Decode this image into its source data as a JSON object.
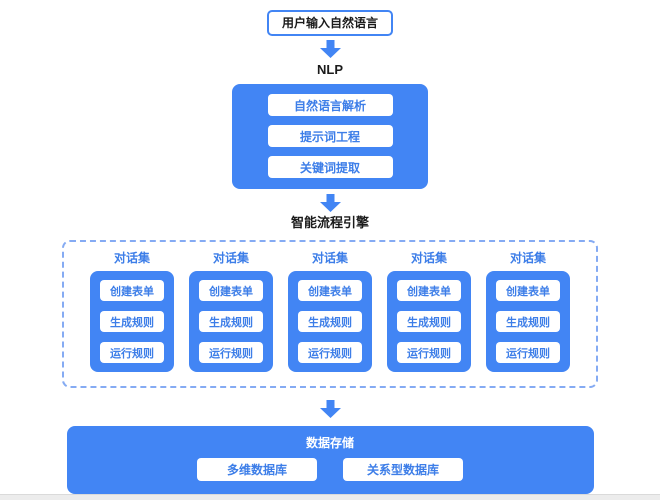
{
  "diagram": {
    "input": {
      "label": "用户输入自然语言"
    },
    "nlp": {
      "label": "NLP",
      "steps": [
        "自然语言解析",
        "提示词工程",
        "关键词提取"
      ]
    },
    "engine": {
      "label": "智能流程引擎"
    },
    "dialog_sets": [
      {
        "label": "对话集",
        "steps": [
          "创建表单",
          "生成规则",
          "运行规则"
        ]
      },
      {
        "label": "对话集",
        "steps": [
          "创建表单",
          "生成规则",
          "运行规则"
        ]
      },
      {
        "label": "对话集",
        "steps": [
          "创建表单",
          "生成规则",
          "运行规则"
        ]
      },
      {
        "label": "对话集",
        "steps": [
          "创建表单",
          "生成规则",
          "运行规则"
        ]
      },
      {
        "label": "对话集",
        "steps": [
          "创建表单",
          "生成规则",
          "运行规则"
        ]
      }
    ],
    "storage": {
      "title": "数据存储",
      "databases": [
        "多维数据库",
        "关系型数据库"
      ]
    }
  },
  "icons": {
    "flow_arrow": "arrow-down-icon"
  },
  "colors": {
    "primary_blue": "#4285F4",
    "pill_text_blue": "#3D7EE8",
    "dashed_border_blue": "#85ABF3",
    "text_dark": "#1B1B1B",
    "background": "#FFFFFF"
  }
}
